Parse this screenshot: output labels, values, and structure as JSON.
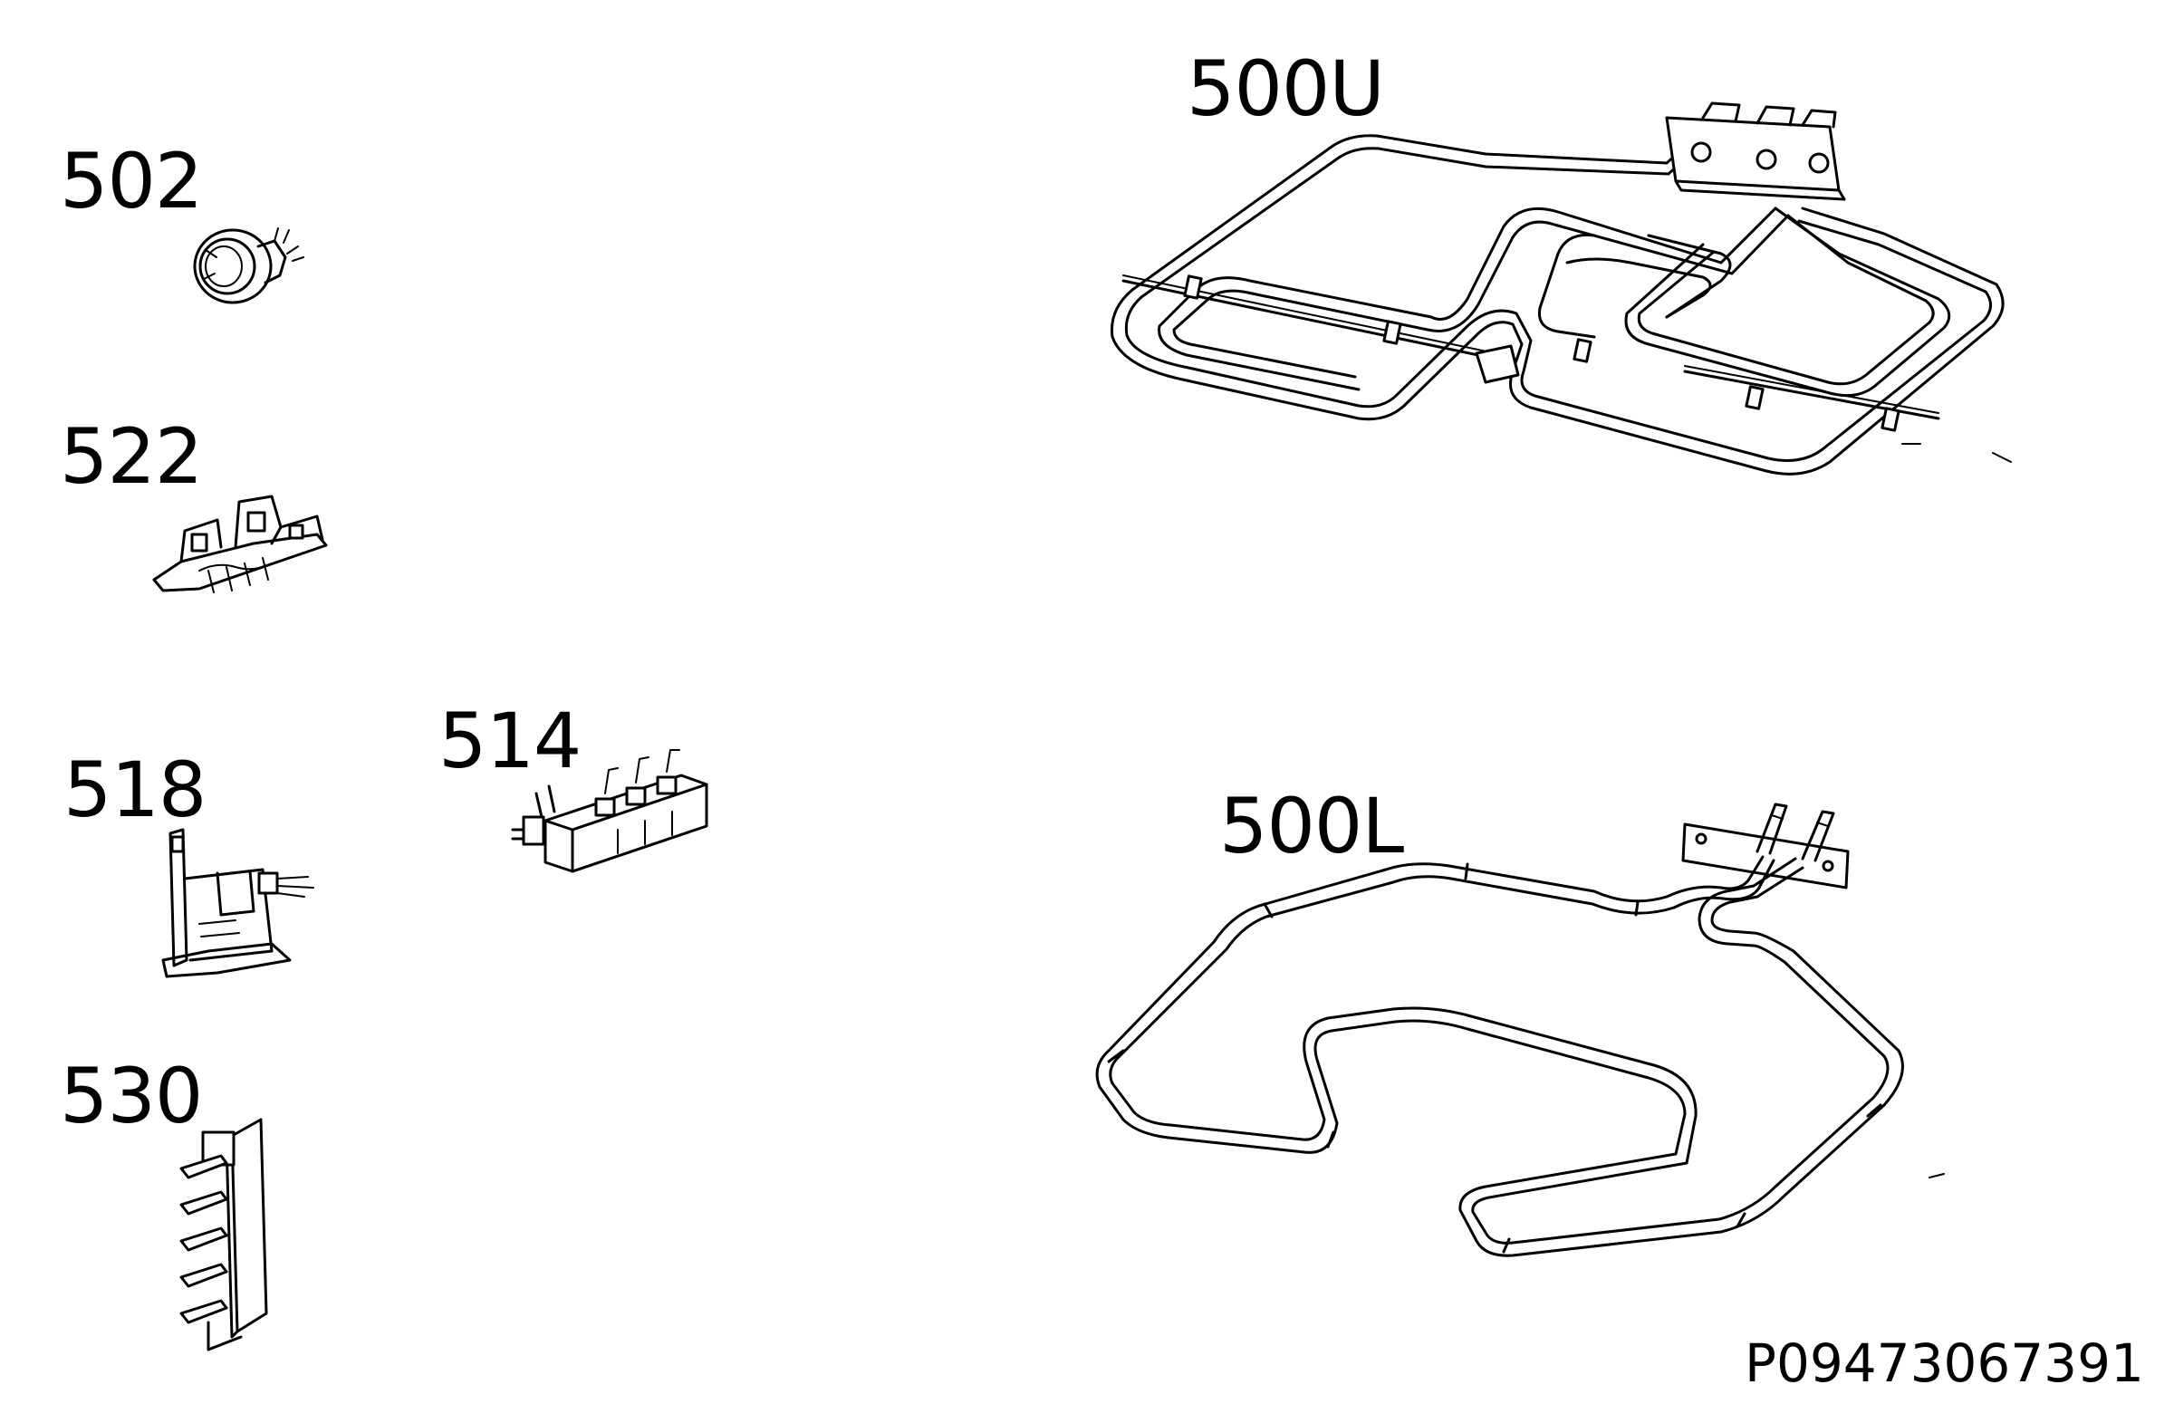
{
  "parts": [
    {
      "id": "502",
      "label": "502",
      "icon": "thermostat-knob-icon"
    },
    {
      "id": "522",
      "label": "522",
      "icon": "switch-icon"
    },
    {
      "id": "518",
      "label": "518",
      "icon": "bracket-switch-icon"
    },
    {
      "id": "514",
      "label": "514",
      "icon": "ignition-generator-icon"
    },
    {
      "id": "530",
      "label": "530",
      "icon": "terminal-block-icon"
    },
    {
      "id": "500U",
      "label": "500U",
      "icon": "upper-heating-element-icon"
    },
    {
      "id": "500L",
      "label": "500L",
      "icon": "lower-heating-element-icon"
    }
  ],
  "drawing_code": "P09473067391"
}
